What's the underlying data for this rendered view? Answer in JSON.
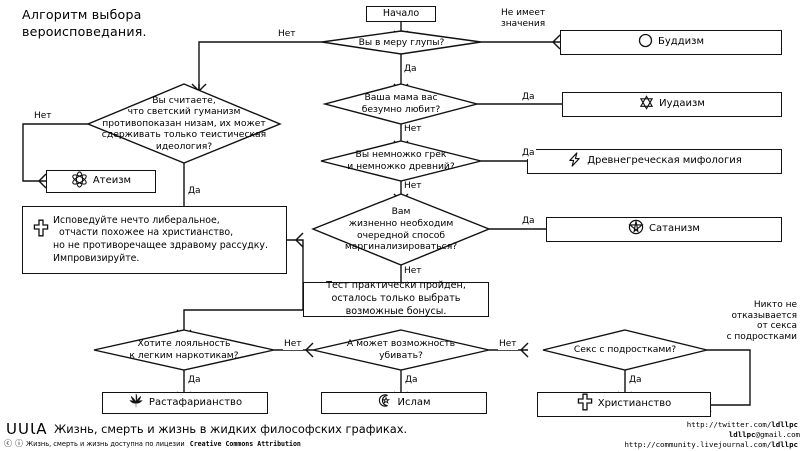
{
  "title": "Алгоритм выбора\nвероисповедания.",
  "nodes": {
    "start": {
      "label": "Начало"
    },
    "q_stupid": {
      "label": "Вы в меру глупы?"
    },
    "q_mom": {
      "label": "Ваша мама вас\nбезумно любит?"
    },
    "q_greek": {
      "label": "Вы немножко грек\nи немножко древний?"
    },
    "q_marginal": {
      "label": "Вам\nжизненно необходим\nочередной способ\nмаргинализироваться?"
    },
    "q_humanism": {
      "label": "Вы считаете,\nчто светский гуманизм\nпротивопоказан низам, их может\nсдерживать только теистическая\nидеология?"
    },
    "q_drugs": {
      "label": "Хотите лояльность\nк легким наркотикам?"
    },
    "q_kill": {
      "label": "А может возможность\nубивать?"
    },
    "q_teens": {
      "label": "Секс с подростками?"
    },
    "proc_bonus": {
      "label": "Тест практически пройден,\nосталось только выбрать\nвозможные бонусы."
    },
    "note_liberal": {
      "label": "Исповедуйте нечто либеральное,\n  отчасти похожее на христианство,\nно не противоречащее здравому рассудку.\nИмпровизируйте.",
      "icon": "cross-icon"
    }
  },
  "results": {
    "buddhism": {
      "label": "Буддизм",
      "icon": "dharma-circle-icon"
    },
    "judaism": {
      "label": "Иудаизм",
      "icon": "star-of-david-icon"
    },
    "greek": {
      "label": "Древнегреческая мифология",
      "icon": "lightning-bolt-icon"
    },
    "satanism": {
      "label": "Сатанизм",
      "icon": "pentagram-icon"
    },
    "atheism": {
      "label": "Атеизм",
      "icon": "atom-icon"
    },
    "rasta": {
      "label": "Растафарианство",
      "icon": "cannabis-leaf-icon"
    },
    "islam": {
      "label": "Ислам",
      "icon": "crescent-star-icon"
    },
    "christianity": {
      "label": "Христианство",
      "icon": "cross-icon"
    }
  },
  "edges": {
    "stupid_no": "Нет",
    "stupid_yes": "Да",
    "stupid_nomatter": "Не имеет\nзначения",
    "mom_yes": "Да",
    "mom_no": "Нет",
    "greek_yes": "Да",
    "greek_no": "Нет",
    "marginal_yes": "Да",
    "marginal_no": "Нет",
    "humanism_no": "Нет",
    "humanism_yes": "Да",
    "drugs_yes": "Да",
    "drugs_no": "Нет",
    "kill_yes": "Да",
    "kill_no": "Нет",
    "teens_yes": "Да",
    "teens_never": "Никто не\nотказывается\nот секса\nс подростками"
  },
  "footer": {
    "logo": "ՍՍƖA",
    "tagline": "Жизнь, смерть и жизнь в жидких философских графиках.",
    "license_pre": "Жизнь, смерть и жизнь доступна по лицезии ",
    "license_name": "Creative Commons Attribution",
    "twitter_pre": "http://twitter.com/",
    "twitter_user": "ldllpc",
    "email_user": "ldllpc",
    "email_rest": "@gmail.com",
    "lj_pre": "http://community.livejournal.com/",
    "lj_user": "ldllpc"
  },
  "colors": {
    "line": "#111111",
    "background": "#ffffff",
    "text": "#000000"
  }
}
